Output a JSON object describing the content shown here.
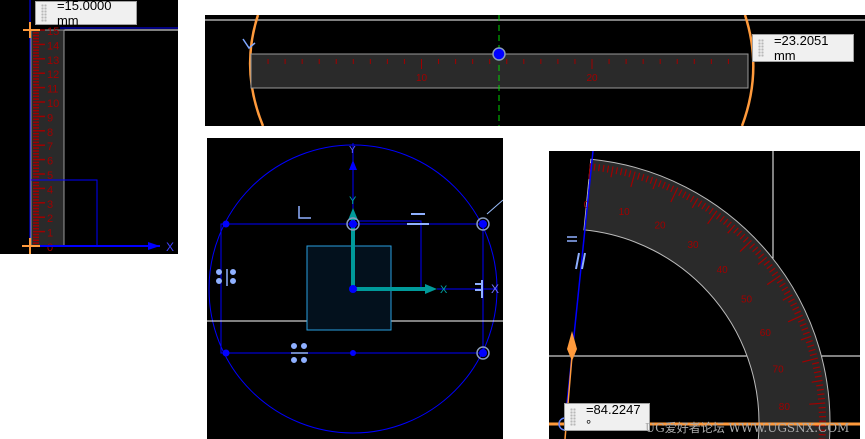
{
  "linear_vertical": {
    "dimension_value": "=15.0000 mm",
    "scale_labels": [
      "0",
      "1",
      "2",
      "3",
      "4",
      "5",
      "6",
      "7",
      "8",
      "9",
      "10",
      "11",
      "12",
      "13",
      "14",
      "15"
    ],
    "axis_label": "X"
  },
  "linear_horizontal": {
    "dimension_value": "=23.2051 mm",
    "scale_labels": [
      "10",
      "20"
    ]
  },
  "sketch": {
    "x_axis_label": "X",
    "y_axis_label": "Y"
  },
  "angular": {
    "dimension_value": "=84.2247 °",
    "scale_labels": [
      "0",
      "10",
      "20",
      "30",
      "40",
      "50",
      "60",
      "70",
      "80"
    ]
  },
  "watermark": "UG爱好者论坛 WWW.UGSNX.COM",
  "colors": {
    "ruler": "#2a2a2a",
    "tick": "#a00000",
    "sketch": "#0000ff",
    "handle": "#ff9a3c",
    "axis": "#009a9a"
  }
}
